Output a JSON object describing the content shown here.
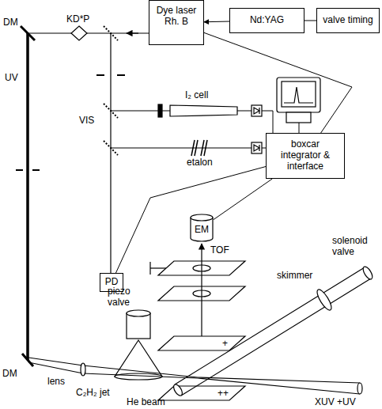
{
  "diagram": {
    "nodes": [
      {
        "text": [
          "Dye laser Rh. B"
        ]
      },
      {
        "text": [
          "Nd:YAG"
        ]
      },
      {
        "text": [
          "valve timing"
        ]
      },
      {
        "text": [
          "boxcar integrator & interface"
        ]
      },
      {
        "text": [
          "EM"
        ]
      },
      {
        "text": [
          "PD"
        ]
      }
    ],
    "edges": [
      {
        "from": 1,
        "to": 0,
        "arrow": "to"
      },
      {
        "from": 1,
        "to": 2,
        "arrow": "none"
      },
      {
        "from": 3,
        "to": 0,
        "arrow": "none"
      },
      {
        "from": 3,
        "to": 4,
        "arrow": "none"
      },
      {
        "from": 3,
        "to": 5,
        "arrow": "none"
      }
    ],
    "labels": [
      "KD*P",
      "DM",
      "UV",
      "VIS",
      "I₂ cell",
      "etalon",
      "DM",
      "TOF",
      "piezo valve",
      "lens",
      "C₂H₂ jet",
      "solenoid valve",
      "skimmer",
      "XUV +UV",
      "He beam",
      "+",
      "++"
    ]
  }
}
